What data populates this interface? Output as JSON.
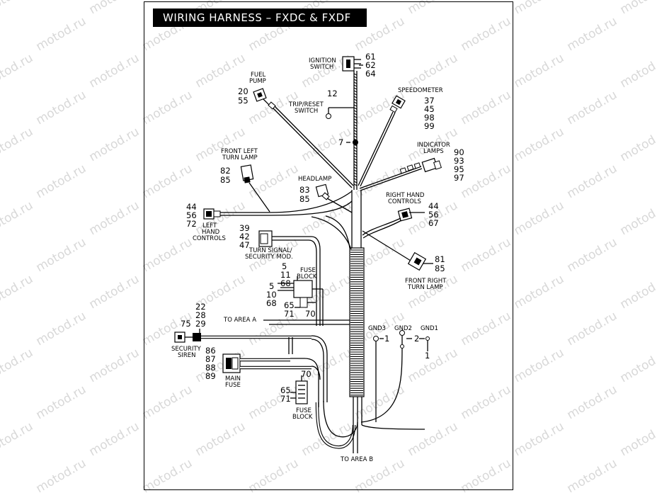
{
  "title": "WIRING HARNESS – FXDC & FXDF",
  "watermark_text": "motod.ru",
  "labels": {
    "ignition_switch": [
      "IGNITION",
      "SWITCH"
    ],
    "ignition_nums": [
      "61",
      "62",
      "64"
    ],
    "fuel_pump": [
      "FUEL",
      "PUMP"
    ],
    "fuel_pump_nums": [
      "20",
      "55"
    ],
    "trip_reset": [
      "TRIP/RESET",
      "SWITCH"
    ],
    "trip_reset_num": "12",
    "speedometer": "SPEEDOMETER",
    "speedometer_nums": [
      "37",
      "45",
      "98",
      "99"
    ],
    "item7": "7",
    "indicator_lamps": [
      "INDICATOR",
      "LAMPS"
    ],
    "indicator_nums": [
      "90",
      "93",
      "95",
      "97"
    ],
    "front_left_turn": [
      "FRONT LEFT",
      "TURN LAMP"
    ],
    "front_left_nums": [
      "82",
      "85"
    ],
    "headlamp": "HEADLAMP",
    "headlamp_nums": [
      "83",
      "85"
    ],
    "right_hand": [
      "RIGHT HAND",
      "CONTROLS"
    ],
    "right_hand_nums": [
      "44",
      "56",
      "67"
    ],
    "left_hand": [
      "LEFT",
      "HAND",
      "CONTROLS"
    ],
    "left_hand_nums": [
      "44",
      "56",
      "72"
    ],
    "turn_signal": [
      "TURN SIGNAL/",
      "SECURITY MOD."
    ],
    "turn_signal_nums": [
      "39",
      "42",
      "47"
    ],
    "front_right_turn": [
      "FRONT RIGHT",
      "TURN LAMP"
    ],
    "front_right_nums": [
      "81",
      "85"
    ],
    "fuse_block_top": [
      "FUSE",
      "BLOCK"
    ],
    "fuse_top_nums": [
      "5",
      "11",
      "68"
    ],
    "fuse_left_nums": [
      "5",
      "10",
      "68"
    ],
    "fuse_bottom_nums": [
      "65",
      "71"
    ],
    "fuse_right_num": "70",
    "to_area_a": "TO AREA A",
    "siren_nums": [
      "22",
      "28",
      "29"
    ],
    "siren_num_75": "75",
    "security_siren": [
      "SECURITY",
      "SIREN"
    ],
    "main_fuse": [
      "MAIN",
      "FUSE"
    ],
    "main_fuse_nums": [
      "86",
      "87",
      "88",
      "89"
    ],
    "gnd3": "GND3",
    "gnd2": "GND2",
    "gnd1": "GND1",
    "gnd_item1": "1",
    "gnd_item2": "2",
    "fuse_block_bottom": [
      "FUSE",
      "BLOCK"
    ],
    "fuse_bottom_top_num": "70",
    "fuse_bottom_left_nums": [
      "65",
      "71"
    ],
    "to_area_b": "TO AREA B"
  }
}
